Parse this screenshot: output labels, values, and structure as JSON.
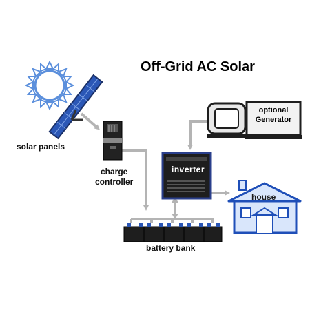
{
  "title": "Off-Grid AC Solar",
  "labels": {
    "solar_panels": "solar panels",
    "charge_controller_line1": "charge",
    "charge_controller_line2": "controller",
    "inverter": "inverter",
    "generator_line1": "optional",
    "generator_line2": "Generator",
    "house": "house",
    "battery_bank": "battery bank"
  },
  "icons": {
    "sun": "sun-icon",
    "solar_panel": "solar-panel-icon",
    "charge_controller": "charge-controller-icon",
    "inverter": "inverter-icon",
    "generator": "generator-icon",
    "house": "house-icon",
    "batteries": "battery-icon"
  },
  "colors": {
    "sun_glow": "#5b8fdc",
    "panel_blue": "#2b57b6",
    "arrow_gray": "#b4b4b4",
    "device_dark": "#1e1e1e",
    "inverter_blue": "#2a3f8c",
    "house_blue": "#1f4fb8",
    "house_fill": "#d9e6fb"
  }
}
